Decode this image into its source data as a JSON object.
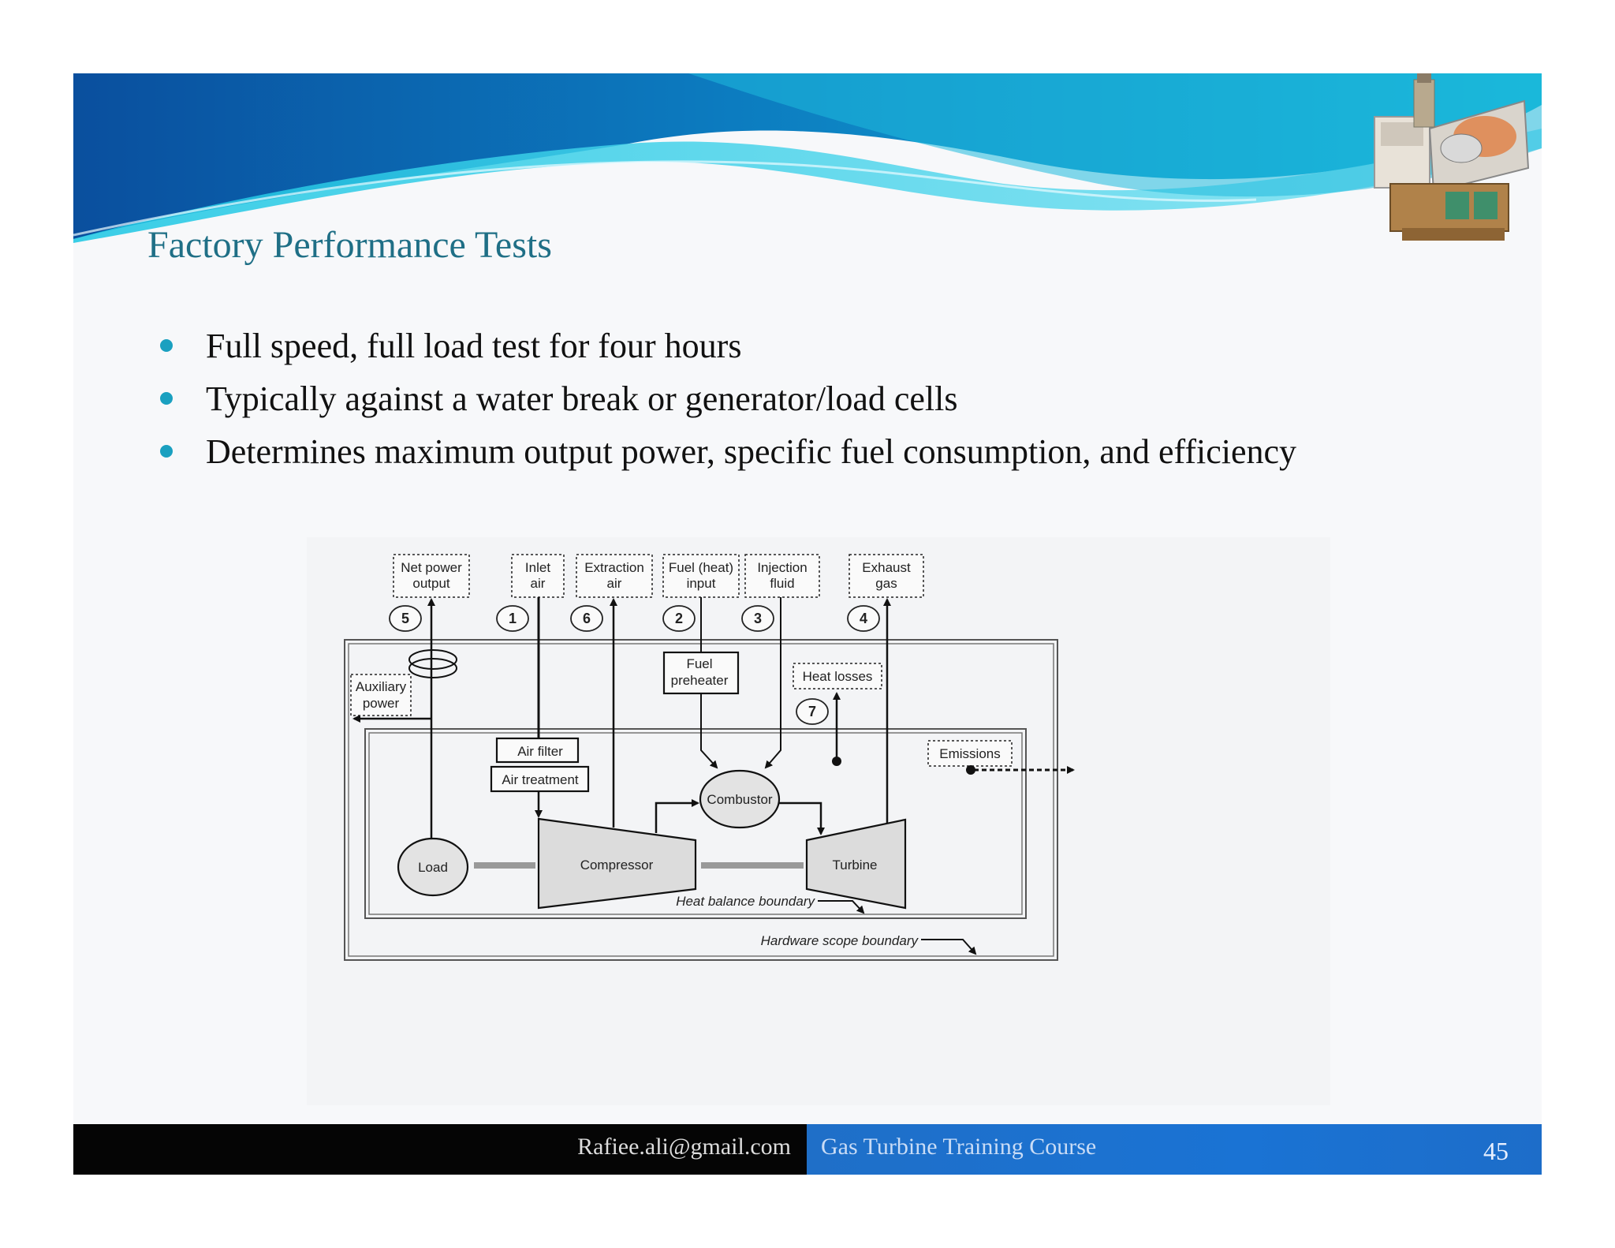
{
  "slide": {
    "title": "Factory Performance Tests",
    "bullets": [
      "Full speed, full load test for four hours",
      "Typically against a water break or generator/load cells",
      "Determines maximum output power, specific fuel consumption, and efficiency"
    ]
  },
  "diagram": {
    "top_boxes": {
      "net_power_output": [
        "Net power",
        "output"
      ],
      "inlet_air": [
        "Inlet",
        "air"
      ],
      "extraction_air": [
        "Extraction",
        "air"
      ],
      "fuel_heat_input": [
        "Fuel (heat)",
        "input"
      ],
      "injection_fluid": [
        "Injection",
        "fluid"
      ],
      "exhaust_gas": [
        "Exhaust",
        "gas"
      ]
    },
    "numbers": {
      "net_power": "5",
      "inlet_air": "1",
      "extraction_air": "6",
      "fuel_input": "2",
      "injection_fluid": "3",
      "exhaust_gas": "4",
      "heat_losses": "7"
    },
    "labels": {
      "auxiliary_power": [
        "Auxiliary",
        "power"
      ],
      "fuel_preheater": [
        "Fuel",
        "preheater"
      ],
      "heat_losses": "Heat losses",
      "emissions": "Emissions",
      "air_filter": "Air filter",
      "air_treatment": "Air treatment",
      "combustor": "Combustor",
      "load": "Load",
      "compressor": "Compressor",
      "turbine": "Turbine",
      "heat_balance_boundary": "Heat balance boundary",
      "hardware_scope_boundary": "Hardware scope boundary"
    }
  },
  "footer": {
    "email": "Rafiee.ali@gmail.com",
    "course": "Gas Turbine Training Course",
    "page_number": "45"
  },
  "colors": {
    "title": "#1f6f86",
    "bullet": "#1aa0c0",
    "footer_left": "#050505",
    "footer_right": "#1a73d4"
  }
}
